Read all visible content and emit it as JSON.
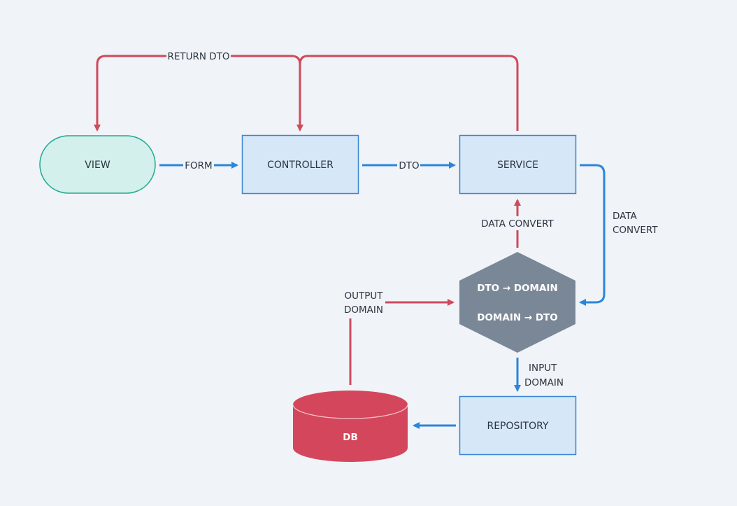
{
  "nodes": {
    "view": "VIEW",
    "controller": "CONTROLLER",
    "service": "SERVICE",
    "converter_line1": "DTO → DOMAIN",
    "converter_line2": "DOMAIN → DTO",
    "repository": "REPOSITORY",
    "db": "DB"
  },
  "edges": {
    "form": "FORM",
    "dto": "DTO",
    "return_dto": "RETURN DTO",
    "data_convert_up": "DATA CONVERT",
    "data_convert_right_line1": "DATA",
    "data_convert_right_line2": "CONVERT",
    "output_domain_line1": "OUTPUT",
    "output_domain_line2": "DOMAIN",
    "input_domain_line1": "INPUT",
    "input_domain_line2": "DOMAIN"
  },
  "colors": {
    "blue_arrow": "#2b86d9",
    "red_arrow": "#cf4a5c",
    "box_fill": "#d6e7f7",
    "box_stroke": "#3a86d4",
    "view_fill": "#d3f0ec",
    "view_stroke": "#22a892",
    "hex_fill": "#7a8797",
    "db_fill": "#d4465b"
  }
}
